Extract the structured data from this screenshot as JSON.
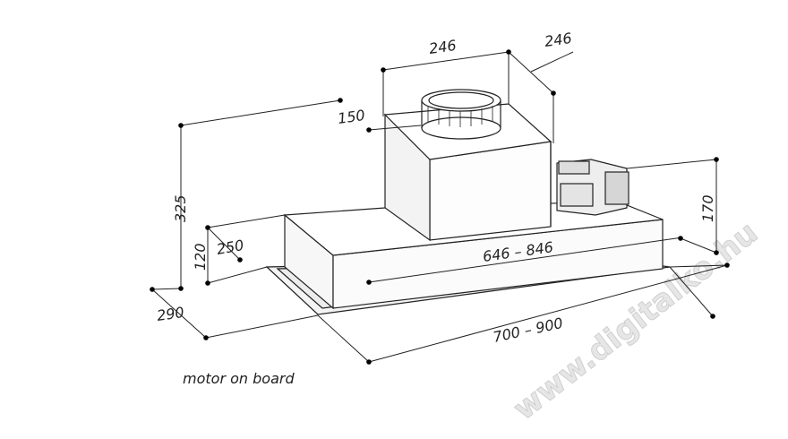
{
  "dimensions": {
    "top_width": "246",
    "top_depth": "246",
    "collar": "150",
    "total_height": "325",
    "body_height": "120",
    "body_depth": "250",
    "motor_height": "170",
    "inner_width": "646 – 846",
    "outer_depth": "290",
    "outer_width": "700 – 900"
  },
  "caption": "motor on board",
  "watermark": "www.digitalko.hu",
  "colors": {
    "line": "#222222",
    "dot": "#000000",
    "watermark": "#e6e6e6"
  }
}
